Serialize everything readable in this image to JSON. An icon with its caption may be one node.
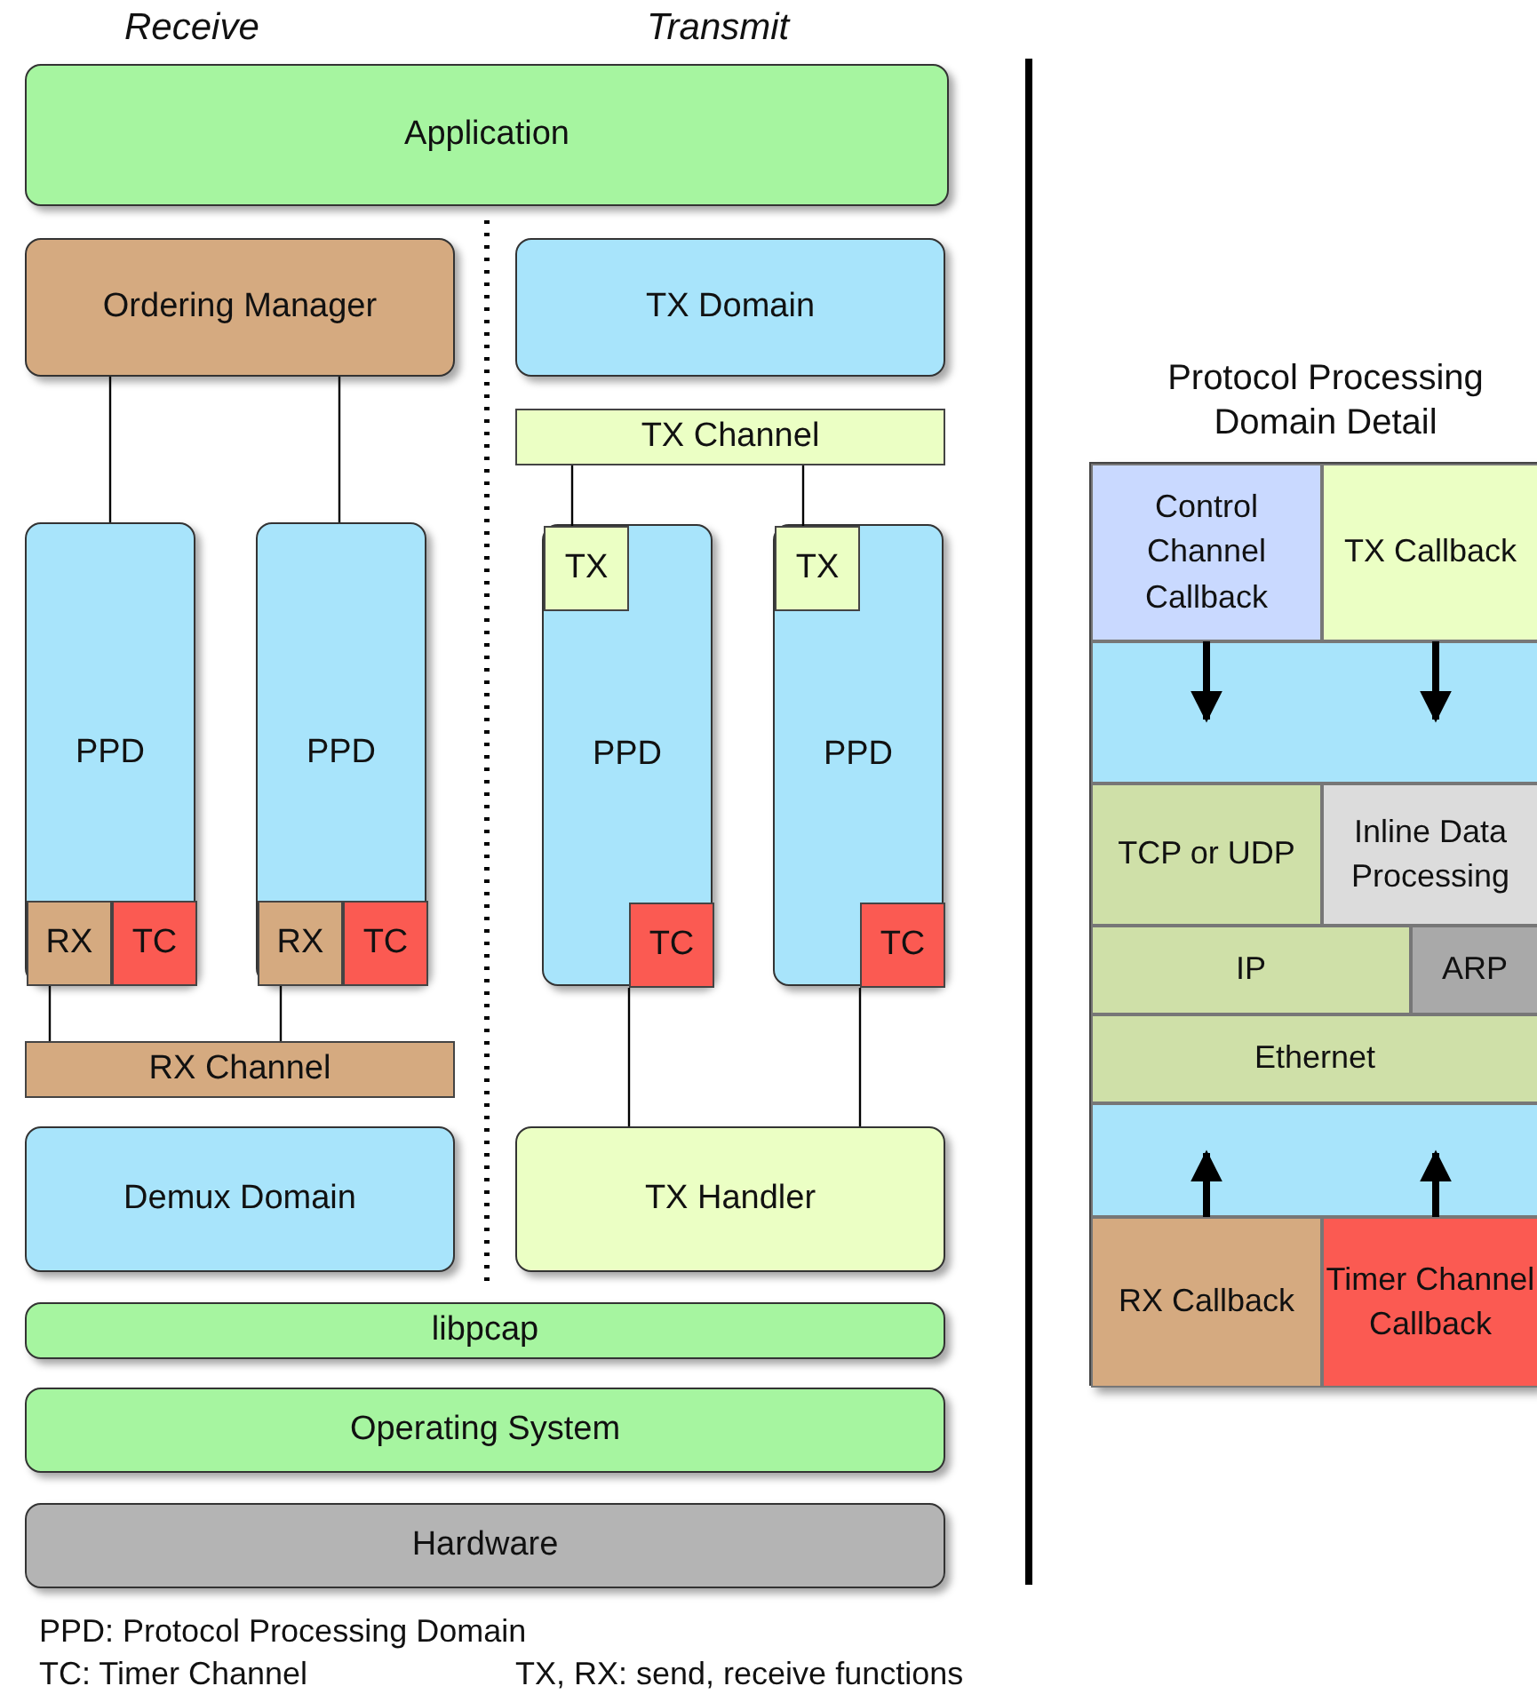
{
  "diagram": {
    "nodes": [
      {
        "text": [
          "Application"
        ]
      },
      {
        "text": [
          "Ordering Manager"
        ]
      },
      {
        "text": [
          "TX Domain"
        ]
      },
      {
        "text": [
          "TX Channel"
        ]
      },
      {
        "text": [
          "PPD"
        ]
      },
      {
        "text": [
          "RX"
        ],
        "in": 4
      },
      {
        "text": [
          "TC"
        ],
        "in": 4
      },
      {
        "text": [
          "PPD"
        ]
      },
      {
        "text": [
          "RX"
        ],
        "in": 7
      },
      {
        "text": [
          "TC"
        ],
        "in": 7
      },
      {
        "text": [
          "PPD"
        ]
      },
      {
        "text": [
          "TX"
        ],
        "in": 10
      },
      {
        "text": [
          "TC"
        ],
        "in": 10
      },
      {
        "text": [
          "PPD"
        ]
      },
      {
        "text": [
          "TX"
        ],
        "in": 13
      },
      {
        "text": [
          "TC"
        ],
        "in": 13
      },
      {
        "text": [
          "RX Channel"
        ]
      },
      {
        "text": [
          "Demux Domain"
        ]
      },
      {
        "text": [
          "TX Handler"
        ]
      },
      {
        "text": [
          "libpcap"
        ]
      },
      {
        "text": [
          "Operating System"
        ]
      },
      {
        "text": [
          "Hardware"
        ]
      },
      {
        "text": [
          "Protocol Processing Domain Detail"
        ]
      },
      {
        "text": [
          "Control Channel Callback"
        ],
        "in": 22
      },
      {
        "text": [
          "TX Callback"
        ],
        "in": 22
      },
      {
        "text": [],
        "shape": "box",
        "in": 22
      },
      {
        "text": [
          "TCP or UDP"
        ],
        "in": 22
      },
      {
        "text": [
          "Inline Data Processing"
        ],
        "in": 22
      },
      {
        "text": [
          "IP"
        ],
        "in": 22
      },
      {
        "text": [
          "ARP"
        ],
        "in": 22
      },
      {
        "text": [
          "Ethernet"
        ],
        "in": 22
      },
      {
        "text": [],
        "shape": "box",
        "in": 22
      },
      {
        "text": [
          "RX Callback"
        ],
        "in": 22
      },
      {
        "text": [
          "Timer Channel Callback"
        ],
        "in": 22
      }
    ],
    "edges": [
      {
        "from": 1,
        "to": 4,
        "arrow": "none"
      },
      {
        "from": 1,
        "to": 7,
        "arrow": "none"
      },
      {
        "from": 3,
        "to": 11,
        "arrow": "none"
      },
      {
        "from": 3,
        "to": 14,
        "arrow": "none"
      },
      {
        "from": 5,
        "to": 16,
        "arrow": "none"
      },
      {
        "from": 8,
        "to": 16,
        "arrow": "none"
      },
      {
        "from": 12,
        "to": 18,
        "arrow": "none"
      },
      {
        "from": 15,
        "to": 18,
        "arrow": "none"
      },
      {
        "from": 23,
        "to": 25,
        "arrow": "to",
        "style": "thick"
      },
      {
        "from": 24,
        "to": 25,
        "arrow": "to",
        "style": "thick"
      },
      {
        "from": 32,
        "to": 31,
        "arrow": "to",
        "style": "thick"
      },
      {
        "from": 33,
        "to": 31,
        "arrow": "to",
        "style": "thick"
      }
    ],
    "labels": [
      "Receive",
      "Transmit",
      "PPD: Protocol Processing Domain",
      "TC: Timer Channel",
      "TX, RX: send, receive functions"
    ]
  }
}
